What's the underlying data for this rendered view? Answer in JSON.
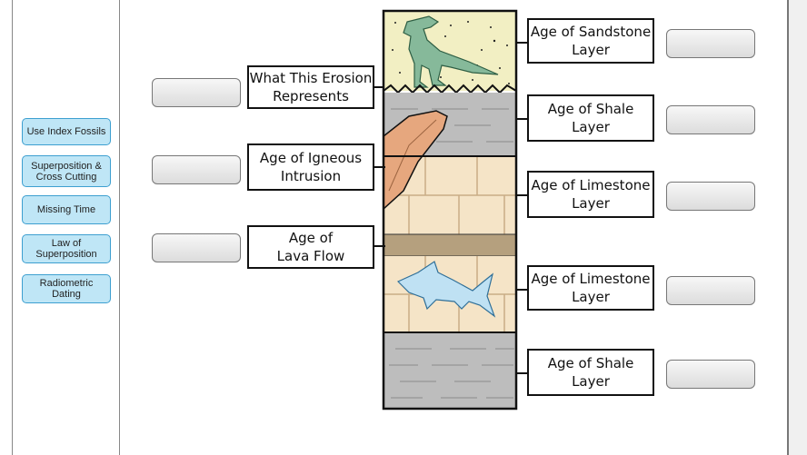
{
  "chips": [
    {
      "label": "Use Index Fossils"
    },
    {
      "label": "Superposition &\nCross Cutting"
    },
    {
      "label": "Missing Time"
    },
    {
      "label": "Law of\nSuperposition"
    },
    {
      "label": "Radiometric\nDating"
    }
  ],
  "left_labels": [
    {
      "text": "What This Erosion\nRepresents"
    },
    {
      "text": "Age of Igneous\nIntrusion"
    },
    {
      "text": "Age of\nLava Flow"
    }
  ],
  "right_labels": [
    {
      "text": "Age of Sandstone\nLayer"
    },
    {
      "text": "Age of Shale\nLayer"
    },
    {
      "text": "Age of Limestone\nLayer"
    },
    {
      "text": "Age of Limestone\nLayer"
    },
    {
      "text": "Age of Shale\nLayer"
    }
  ],
  "fossils": {
    "top": "dinosaur-fossil",
    "lower": "shark-fossil"
  },
  "colors": {
    "chip_bg": "#bfe6f6",
    "chip_border": "#3d9fd0",
    "sandstone": "#f2efc3",
    "shale": "#bdbdbd",
    "limestone": "#f5e4c7",
    "lava": "#b5a07e",
    "intrusion": "#e6a77e"
  }
}
